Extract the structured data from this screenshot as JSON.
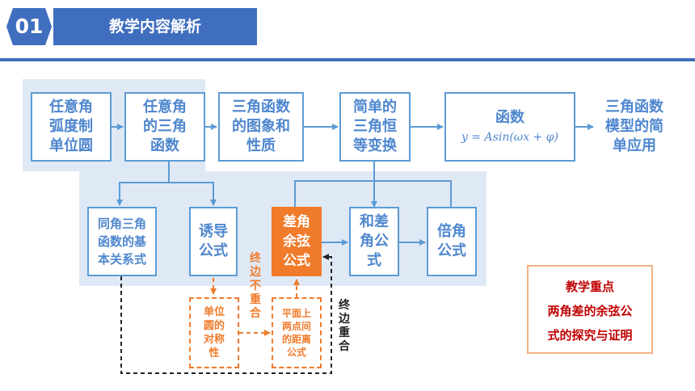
{
  "header": {
    "number": "01",
    "title": "教学内容解析"
  },
  "diagram": {
    "nodes": {
      "radian_unit_circle": "任意角\n弧度制\n单位圆",
      "trig_of_any_angle": "任意角\n的三角\n函数",
      "graph_and_properties": "三角函数\n的图象和\n性质",
      "simple_identities": "简单的\n三角恒\n等变换",
      "function_title": "函数",
      "function_formula": "y = Asin(ωx + φ)",
      "model_application": "三角函数\n模型的简\n单应用",
      "same_angle_relations": "同角三角\n函数的基\n本关系式",
      "reduction_formulas": "诱导\n公式",
      "cos_difference": "差角\n余弦\n公式",
      "sum_difference": "和差\n角公\n式",
      "double_angle": "倍角\n公式",
      "unit_circle_symmetry": "单位\n圆的\n对称\n性",
      "distance_two_points": "平面上\n两点间\n的距离\n公式"
    },
    "labels": {
      "terminal_not_coincide": "终\n边\n不\n重\n合",
      "terminal_coincide": "终\n边\n重\n合"
    }
  },
  "key_point": {
    "heading": "教学重点",
    "line1": "两角差的余弦公",
    "line2": "式的探究与证明"
  },
  "colors": {
    "brand_blue": "#3f6ebf",
    "node_border": "#5b9bd5",
    "panel_bg": "#dfe9f6",
    "accent_orange": "#f07b2b",
    "key_red": "#c00000"
  }
}
